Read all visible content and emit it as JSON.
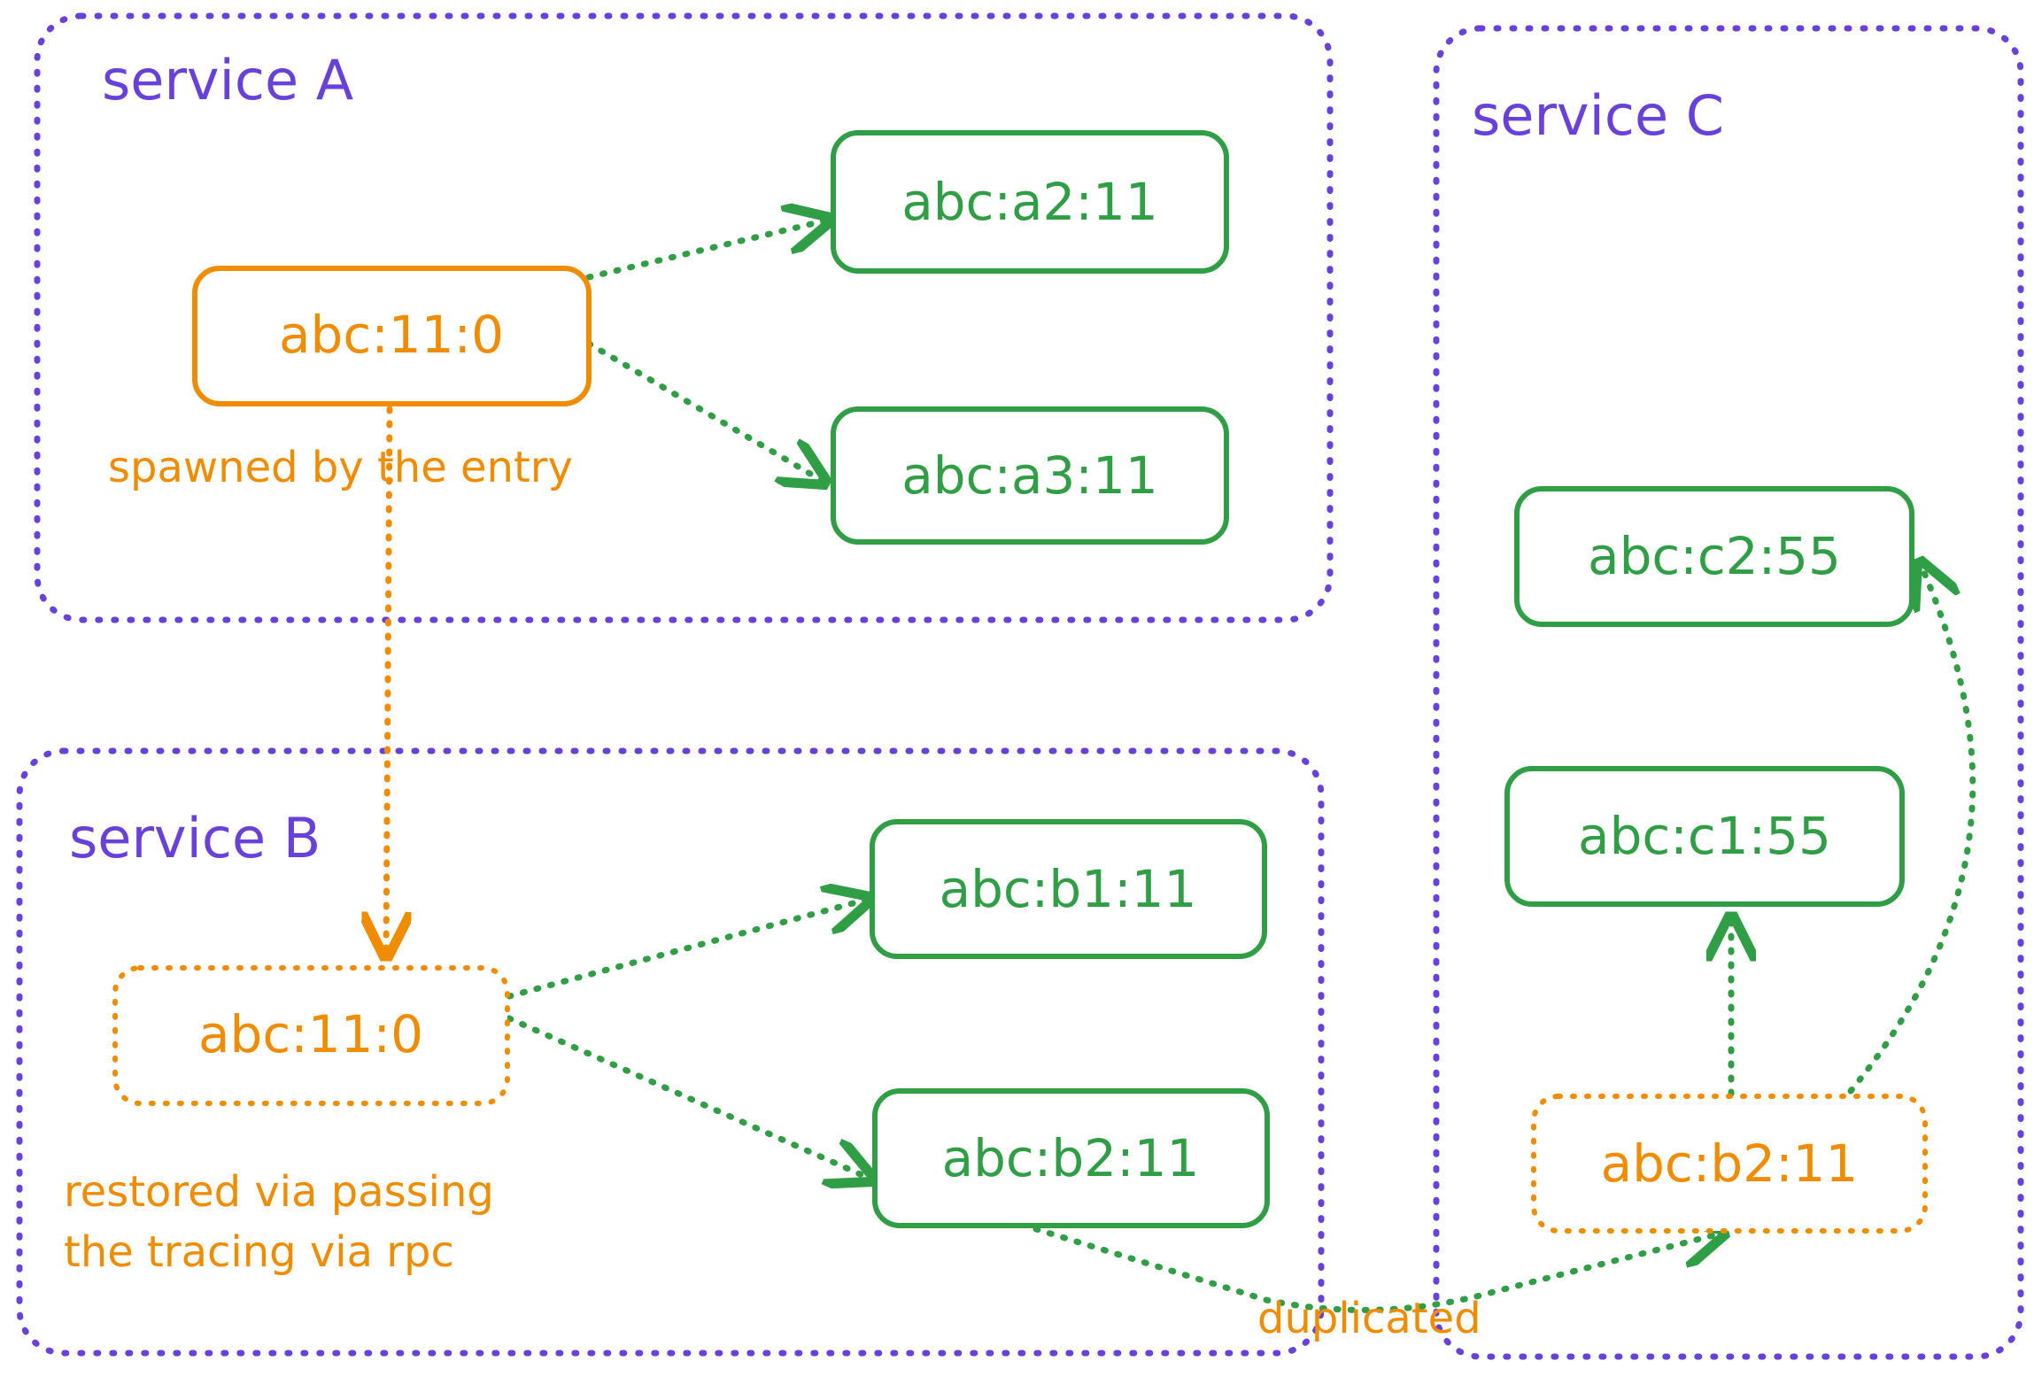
{
  "services": {
    "a": {
      "title": "service A"
    },
    "b": {
      "title": "service B"
    },
    "c": {
      "title": "service C"
    }
  },
  "nodes": {
    "a_root": "abc:11:0",
    "a2": "abc:a2:11",
    "a3": "abc:a3:11",
    "b_root": "abc:11:0",
    "b1": "abc:b1:11",
    "b2": "abc:b2:11",
    "c2": "abc:c2:55",
    "c1": "abc:c1:55",
    "c_b2": "abc:b2:11"
  },
  "notes": {
    "spawned": "spawned by the entry",
    "restored_line1": "restored via passing",
    "restored_line2": "the tracing via rpc",
    "duplicated": "duplicated"
  },
  "colors": {
    "service_border": "#6741d9",
    "span_green": "#2f9e44",
    "span_orange": "#f08c00"
  }
}
